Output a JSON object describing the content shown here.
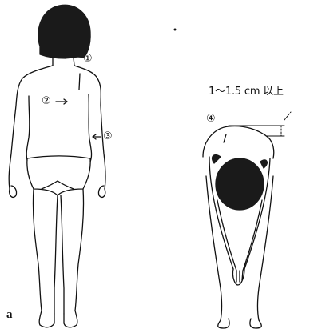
{
  "figure": {
    "panel_label": "a",
    "markers": {
      "m1": "①",
      "m2": "②",
      "m3": "③",
      "m4": "④"
    },
    "measurement": "1～1.5 cm 以上",
    "colors": {
      "ink": "#111111",
      "hair": "#1a1a1a",
      "paper": "#ffffff"
    }
  }
}
